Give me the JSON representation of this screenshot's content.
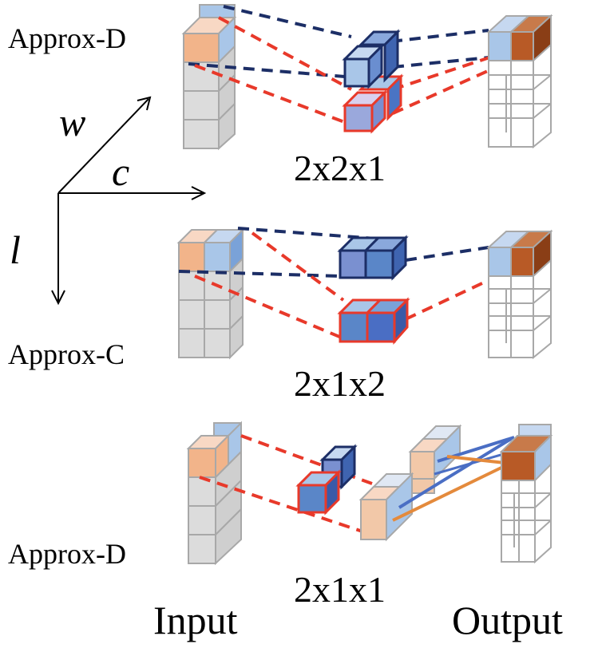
{
  "labels": {
    "approx_top": "Approx-D",
    "approx_middle": "Approx-C",
    "approx_bottom": "Approx-D",
    "dim_top": "2x2x1",
    "dim_middle": "2x1x2",
    "dim_bottom": "2x1x1",
    "input": "Input",
    "output": "Output"
  },
  "axes": {
    "w": "w",
    "c": "c",
    "l": "l"
  },
  "colors": {
    "grid_stroke": "#a8a8a8",
    "grid_fill": "#dcdcdc",
    "peach_front": "#f2b48a",
    "peach_light": "#f8d8c4",
    "blue_light": "#a9c6e8",
    "blue_mid": "#7aa2d8",
    "blue_dark": "#4a74c4",
    "brown": "#b85a26",
    "navy": "#1c2e66",
    "red": "#e8392a",
    "orange": "#e48a3c",
    "line_blue": "#4a6ec4"
  }
}
